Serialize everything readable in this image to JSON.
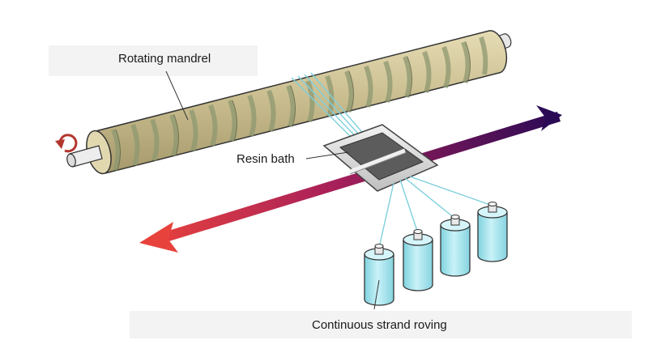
{
  "labels": {
    "rotating_mandrel": "Rotating mandrel",
    "resin_bath": "Resin bath",
    "continuous_strand_roving": "Continuous strand roving"
  },
  "colors": {
    "label_background": "#f3f3f3",
    "mandrel_body": "#cfc49a",
    "mandrel_winding": "#8e9870",
    "fiber": "#7fd0dc",
    "bobbin": "#a9e6f0",
    "arrow_left": "#e8423c",
    "arrow_right": "#2a0a55",
    "bath_frame": "#d9d9d9"
  },
  "icons": {
    "rotation": "curved-rotation-arrow-icon",
    "traverse": "double-headed-traverse-arrow-icon"
  }
}
